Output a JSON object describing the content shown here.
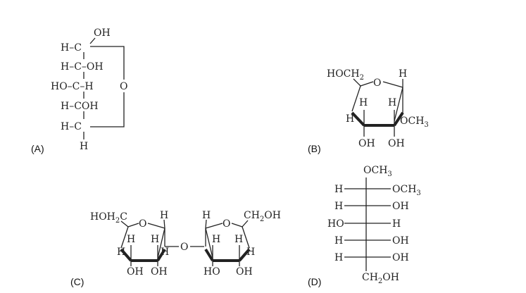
{
  "panels": {
    "a": {
      "label": "(A)",
      "atoms": {
        "c1_oh": "OH",
        "c1_h": "H–C",
        "c2_left": "H–C–OH",
        "c3": "HO–C–H",
        "c4": "H–COH",
        "c5": "H–C",
        "c5_h": "H",
        "ring_o": "O"
      }
    },
    "b": {
      "label": "(B)",
      "atoms": {
        "hoch": "HOCH",
        "hoch_sub": "2",
        "ring_o": "O",
        "h_c1": "H",
        "h_c4": "H",
        "h_c3": "H",
        "h_c2": "H",
        "h_left": "H",
        "och": "OCH",
        "och_sub": "3",
        "oh1": "OH",
        "oh2": "OH"
      }
    },
    "c": {
      "label": "(C)",
      "atoms": {
        "hoh2c": "HOH",
        "hoh2c_sub": "2",
        "hoh2c_c": "C",
        "ring1_o": "O",
        "h1_top": "H",
        "h1_a": "H",
        "h1_b": "H",
        "h1_c": "H",
        "h1_d": "H",
        "bridge_o": "O",
        "h2_top": "H",
        "ring2_o": "O",
        "ch2oh": "CH",
        "ch2oh_sub": "2",
        "ch2oh_oh": "OH",
        "h2_a": "H",
        "h2_b": "H",
        "h2_c": "H",
        "oh_1a": "OH",
        "oh_1b": "OH",
        "oh_2a": "HO",
        "oh_2b": "OH"
      }
    },
    "d": {
      "label": "(D)",
      "atoms": {
        "top": "OCH",
        "top_sub": "3",
        "r1_left": "H",
        "r1_right": "OCH",
        "r1_right_sub": "3",
        "r2_left": "H",
        "r2_right": "OH",
        "r3_left": "HO",
        "r3_right": "H",
        "r4_left": "H",
        "r4_right": "OH",
        "r5_left": "H",
        "r5_right": "OH",
        "bottom": "CH",
        "bottom_sub": "2",
        "bottom_oh": "OH"
      }
    }
  }
}
